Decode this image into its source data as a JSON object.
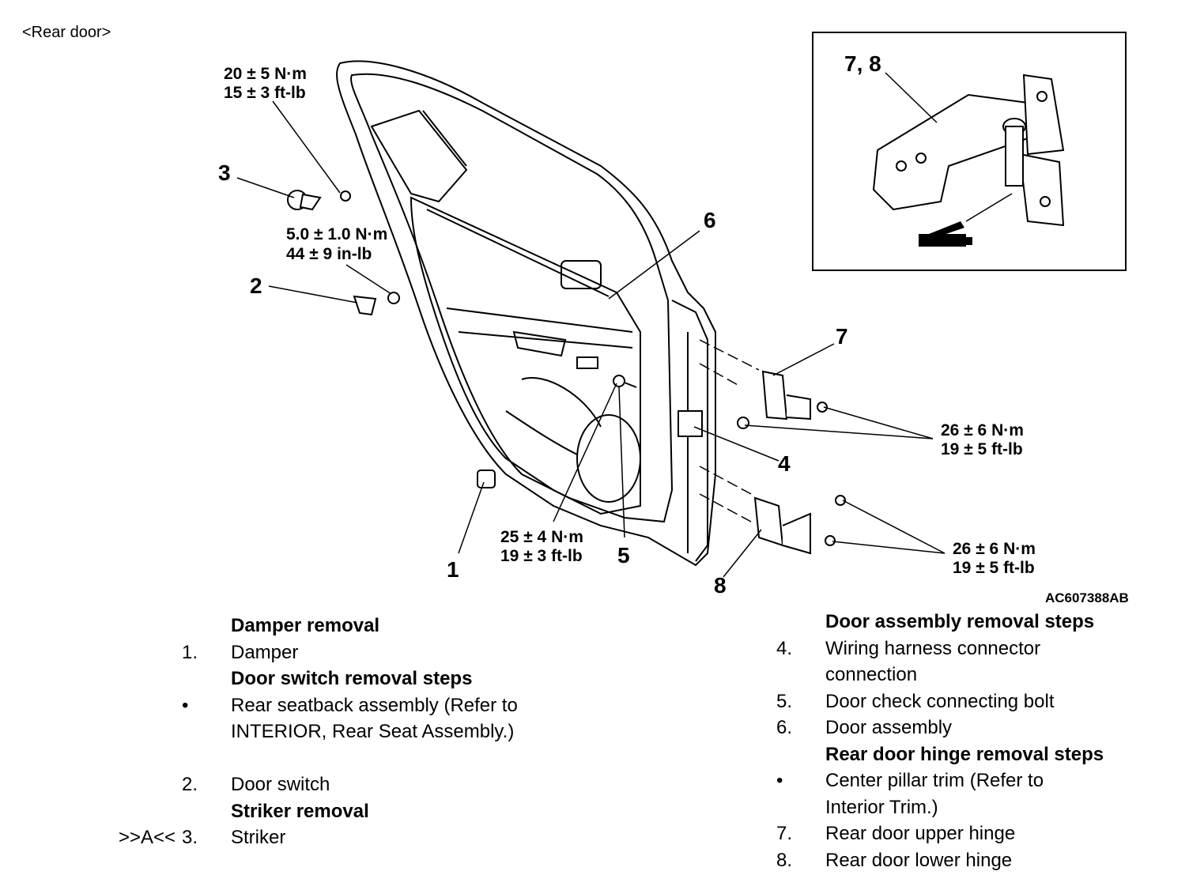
{
  "title": "<Rear door>",
  "image_code": "AC607388AB",
  "callouts": {
    "c1": "1",
    "c2": "2",
    "c3": "3",
    "c4": "4",
    "c5": "5",
    "c6": "6",
    "c7": "7",
    "c8": "8",
    "c78": "7, 8"
  },
  "torques": {
    "striker": [
      "20 ± 5 N·m",
      "15 ± 3 ft-lb"
    ],
    "door_switch": [
      "5.0 ± 1.0 N·m",
      "44 ± 9 in-lb"
    ],
    "door_check": [
      "25 ± 4 N·m",
      "19 ± 3 ft-lb"
    ],
    "upper_hinge": [
      "26 ± 6 N·m",
      "19 ± 5 ft-lb"
    ],
    "lower_hinge": [
      "26 ± 6 N·m",
      "19 ± 5 ft-lb"
    ]
  },
  "left_steps": [
    {
      "mark": "",
      "num": "",
      "text": "Damper removal",
      "header": true
    },
    {
      "mark": "",
      "num": "1.",
      "text": "Damper"
    },
    {
      "mark": "",
      "num": "",
      "text": "Door switch removal steps",
      "header": true
    },
    {
      "mark": "",
      "num": "•",
      "text": "Rear seatback assembly (Refer to"
    },
    {
      "mark": "",
      "num": "",
      "text": "INTERIOR, Rear Seat Assembly.)"
    },
    {
      "mark": "",
      "num": "",
      "text": ""
    },
    {
      "mark": "",
      "num": "2.",
      "text": "Door switch"
    },
    {
      "mark": "",
      "num": "",
      "text": "Striker removal",
      "header": true
    },
    {
      "mark": ">>A<<",
      "num": "3.",
      "text": "Striker"
    }
  ],
  "right_steps": [
    {
      "num": "",
      "text": "Door assembly removal steps",
      "header": true
    },
    {
      "num": "4.",
      "text": "Wiring harness connector"
    },
    {
      "num": "",
      "text": "connection"
    },
    {
      "num": "5.",
      "text": "Door check connecting bolt"
    },
    {
      "num": "6.",
      "text": "Door assembly"
    },
    {
      "num": "",
      "text": "Rear door hinge removal steps",
      "header": true
    },
    {
      "num": "•",
      "text": "Center pillar trim (Refer to"
    },
    {
      "num": "",
      "text": "Interior Trim.)"
    },
    {
      "num": "7.",
      "text": "Rear door upper hinge"
    },
    {
      "num": "8.",
      "text": "Rear door lower hinge"
    }
  ]
}
